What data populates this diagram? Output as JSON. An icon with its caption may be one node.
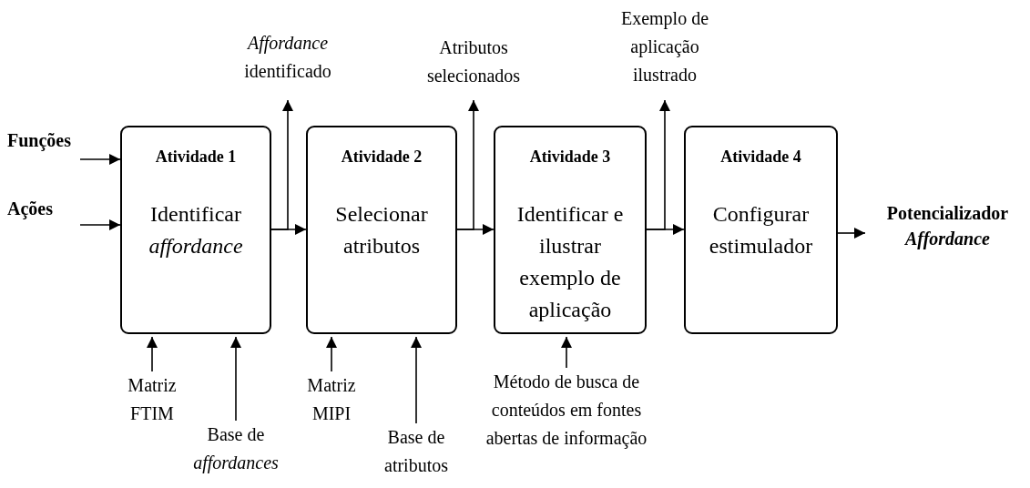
{
  "diagram": {
    "nodes": [
      {
        "text": [
          "Funções"
        ]
      },
      {
        "text": [
          "Ações"
        ]
      },
      {
        "text": [
          "Atividade 1",
          "Identificar *affordance*"
        ]
      },
      {
        "text": [
          "Atividade 2",
          "Selecionar atributos"
        ]
      },
      {
        "text": [
          "Atividade 3",
          "Identificar e ilustrar exemplo de aplicação"
        ]
      },
      {
        "text": [
          "Atividade 4",
          "Configurar estimulador"
        ]
      },
      {
        "text": [
          "*Affordance* identificado"
        ]
      },
      {
        "text": [
          "Atributos selecionados"
        ]
      },
      {
        "text": [
          "Exemplo de aplicação ilustrado"
        ]
      },
      {
        "text": [
          "Potencializador *Affordance*"
        ]
      },
      {
        "text": [
          "Matriz FTIM"
        ]
      },
      {
        "text": [
          "Base de *affordances*"
        ]
      },
      {
        "text": [
          "Matriz MIPI"
        ]
      },
      {
        "text": [
          "Base de atributos"
        ]
      },
      {
        "text": [
          "Método de busca de conteúdos em fontes abertas de informação"
        ]
      }
    ],
    "edges": [
      {
        "from": 0,
        "to": 2,
        "arrow": "to"
      },
      {
        "from": 1,
        "to": 2,
        "arrow": "to"
      },
      {
        "from": 2,
        "to": 3,
        "arrow": "to"
      },
      {
        "from": 2,
        "to": 6,
        "arrow": "to"
      },
      {
        "from": 3,
        "to": 4,
        "arrow": "to"
      },
      {
        "from": 3,
        "to": 7,
        "arrow": "to"
      },
      {
        "from": 4,
        "to": 5,
        "arrow": "to"
      },
      {
        "from": 4,
        "to": 8,
        "arrow": "to"
      },
      {
        "from": 5,
        "to": 9,
        "arrow": "to"
      },
      {
        "from": 10,
        "to": 2,
        "arrow": "to"
      },
      {
        "from": 11,
        "to": 2,
        "arrow": "to"
      },
      {
        "from": 12,
        "to": 3,
        "arrow": "to"
      },
      {
        "from": 13,
        "to": 3,
        "arrow": "to"
      },
      {
        "from": 14,
        "to": 4,
        "arrow": "to"
      }
    ]
  }
}
